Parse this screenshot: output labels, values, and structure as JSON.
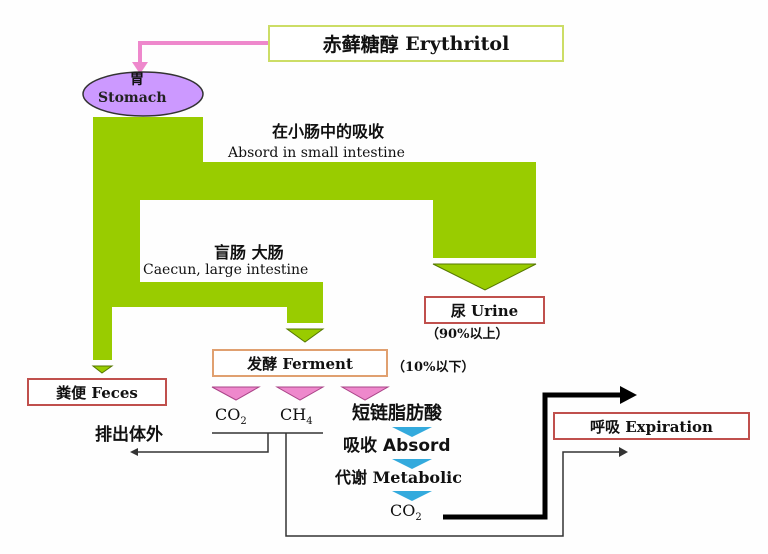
{
  "title": {
    "cn": "赤藓糖醇",
    "en": "Erythritol"
  },
  "stomach": {
    "cn": "胃",
    "en": "Stomach"
  },
  "small_intestine": {
    "cn": "在小肠中的吸收",
    "en": "Absord in small intestine"
  },
  "large_intestine": {
    "cn": "盲肠 大肠",
    "en": "Caecun, large intestine"
  },
  "urine": {
    "label": "尿 Urine",
    "percent": "（90%以上）"
  },
  "ferment": {
    "label": "发酵 Ferment",
    "percent": "（10%以下）"
  },
  "feces": {
    "label": "粪便 Feces"
  },
  "products": {
    "co2": "CO",
    "co2_sub": "2",
    "ch4": "CH",
    "ch4_sub": "4",
    "scfa": "短链脂肪酸"
  },
  "excrete": "排出体外",
  "steps": {
    "absorb": "吸收 Absord",
    "metabolic": "代谢 Metabolic",
    "co2": "CO",
    "co2_sub": "2"
  },
  "expiration": {
    "label": "呼吸 Expiration"
  },
  "colors": {
    "green": "#99cc00",
    "pink": "#ee88cc",
    "blue": "#33aadd",
    "stomach": "#cc99ff"
  }
}
